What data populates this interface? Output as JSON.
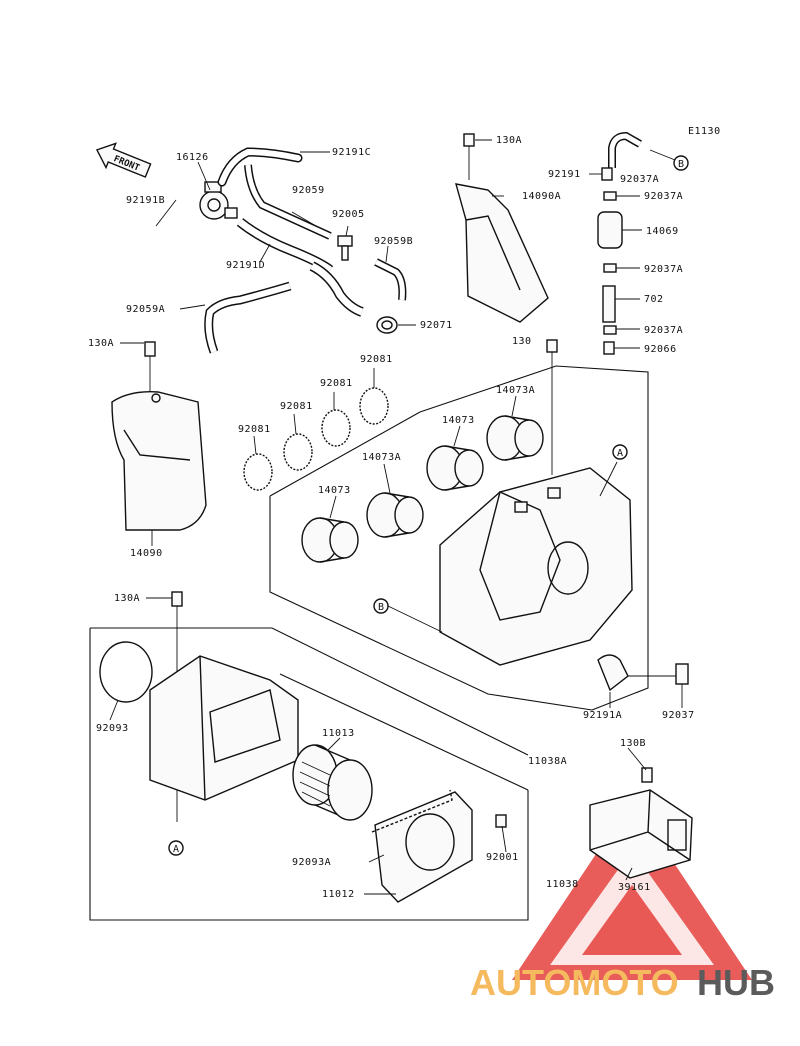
{
  "diagram_code": "E1130",
  "front_label": "FRONT",
  "brand": {
    "watermark": "AUTOMOTOHUB",
    "part1": "AUTOMOTO",
    "part2": "HUB",
    "color1": "#f5b95e",
    "color2": "#5b5b5b",
    "triangle_color": "#e4403c"
  },
  "refs": {
    "a": "A",
    "b": "B"
  },
  "labels": {
    "p16126": "16126",
    "p92191C": "92191C",
    "p92059": "92059",
    "p92191B": "92191B",
    "p92005": "92005",
    "p92059B": "92059B",
    "p92191D": "92191D",
    "p92059A": "92059A",
    "p92071": "92071",
    "p130A_top": "130A",
    "p14090A": "14090A",
    "p92191": "92191",
    "p92037A_1": "92037A",
    "p92037A_2": "92037A",
    "p14069": "14069",
    "p92037A_3": "92037A",
    "p702": "702",
    "p92037A_4": "92037A",
    "p130": "130",
    "p92066": "92066",
    "p130A_left": "130A",
    "p92081_1": "92081",
    "p92081_2": "92081",
    "p92081_3": "92081",
    "p92081_4": "92081",
    "p14073A_1": "14073A",
    "p14073_1": "14073",
    "p14073A_2": "14073A",
    "p14073_2": "14073",
    "p14090": "14090",
    "p130A_bottom": "130A",
    "p92191A": "92191A",
    "p92037": "92037",
    "p11038A": "11038A",
    "p92093": "92093",
    "p11013": "11013",
    "p130B": "130B",
    "p92001": "92001",
    "p92093A": "92093A",
    "p11012": "11012",
    "p11038": "11038",
    "p39161": "39161"
  }
}
